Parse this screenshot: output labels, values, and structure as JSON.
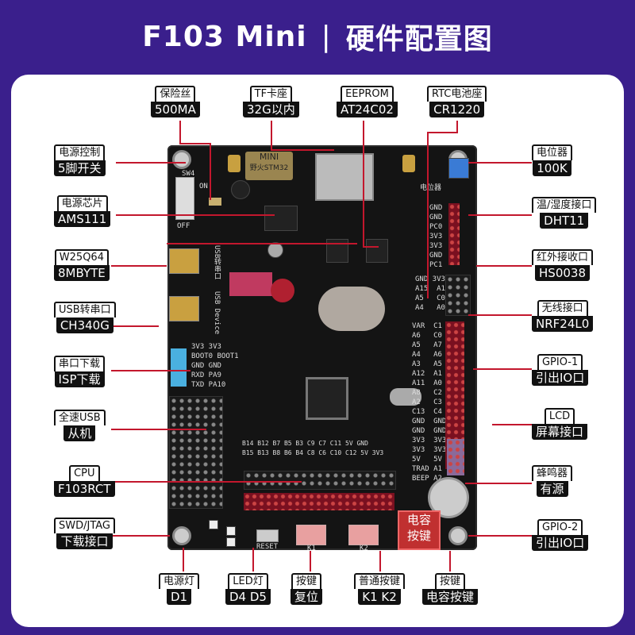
{
  "header": {
    "title": "F103 Mini",
    "separator": "|",
    "subtitle": "硬件配置图"
  },
  "labels": {
    "fuse": {
      "top": "保险丝",
      "bottom": "500MA"
    },
    "tf": {
      "top": "TF卡座",
      "bottom": "32G以内"
    },
    "eeprom": {
      "top": "EEPROM",
      "bottom": "AT24C02"
    },
    "rtc": {
      "top": "RTC电池座",
      "bottom": "CR1220"
    },
    "power_switch": {
      "top": "电源控制",
      "bottom": "5脚开关"
    },
    "power_chip": {
      "top": "电源芯片",
      "bottom": "AMS111"
    },
    "flash": {
      "top": "W25Q64",
      "bottom": "8MBYTE"
    },
    "usb_serial": {
      "top": "USB转串口",
      "bottom": "CH340G"
    },
    "isp": {
      "top": "串口下载",
      "bottom": "ISP下载"
    },
    "usb_device": {
      "top": "全速USB",
      "bottom": "从机"
    },
    "cpu": {
      "top": "CPU",
      "bottom": "F103RCT"
    },
    "swd": {
      "top": "SWD/JTAG",
      "bottom": "下载接口"
    },
    "pot": {
      "top": "电位器",
      "bottom": "100K"
    },
    "dht": {
      "top": "温/湿度接口",
      "bottom": "DHT11"
    },
    "ir": {
      "top": "红外接收口",
      "bottom": "HS0038"
    },
    "wireless": {
      "top": "无线接口",
      "bottom": "NRF24L0"
    },
    "gpio1": {
      "top": "GPIO-1",
      "bottom": "引出IO口"
    },
    "lcd": {
      "top": "LCD",
      "bottom": "屏幕接口"
    },
    "buzzer": {
      "top": "蜂鸣器",
      "bottom": "有源"
    },
    "gpio2": {
      "top": "GPIO-2",
      "bottom": "引出IO口"
    },
    "power_led": {
      "top": "电源灯",
      "bottom": "D1"
    },
    "led": {
      "top": "LED灯",
      "bottom": "D4 D5"
    },
    "reset_key": {
      "top": "按键",
      "bottom": "复位"
    },
    "normal_keys": {
      "top": "普通按键",
      "bottom": "K1 K2"
    },
    "touch_key": {
      "top": "按键",
      "bottom": "电容按键"
    }
  },
  "board": {
    "mini_logo": "MINI",
    "mini_sub": "野火STM32",
    "off": "OFF",
    "on": "ON",
    "sw4": "SW4",
    "usb_serial_silk": "USB转串口",
    "usb_device_silk": "USB Device",
    "touch_key_text": "电容\n按键",
    "reset": "RESET",
    "k1": "K1",
    "k2": "K2",
    "pot_silk": "电位器",
    "isp_silk": "3V3 3V3\nBOOT0 BOOT1\nGND GND\nRXD PA9\nTXD PA10",
    "dht_silk": "GND\nGND\nPC0\n3V3\n3V3\nGND\nPC1",
    "nrf_silk": "GND 3V3\nA15  A1\nA5   C0\nA4   A0",
    "gpio1_silk": "VAR  C1\nA6   C0\nA5   A7\nA4   A6\nA3   A5\nA12  A1\nA11  A0\nA8   C2\nA2   C3\nC13  C4\nGND  GND\nGND  GND\n3V3  3V3\n3V3  3V3\n5V   5V\nTRAD A1\nBEEP A2",
    "bottom_silk": "B14 B12 B7 B5 B3 C9 C7 C11 5V GND\nB15 B13 B8 B6 B4 C8 C6 C10 C12 5V 3V3"
  }
}
